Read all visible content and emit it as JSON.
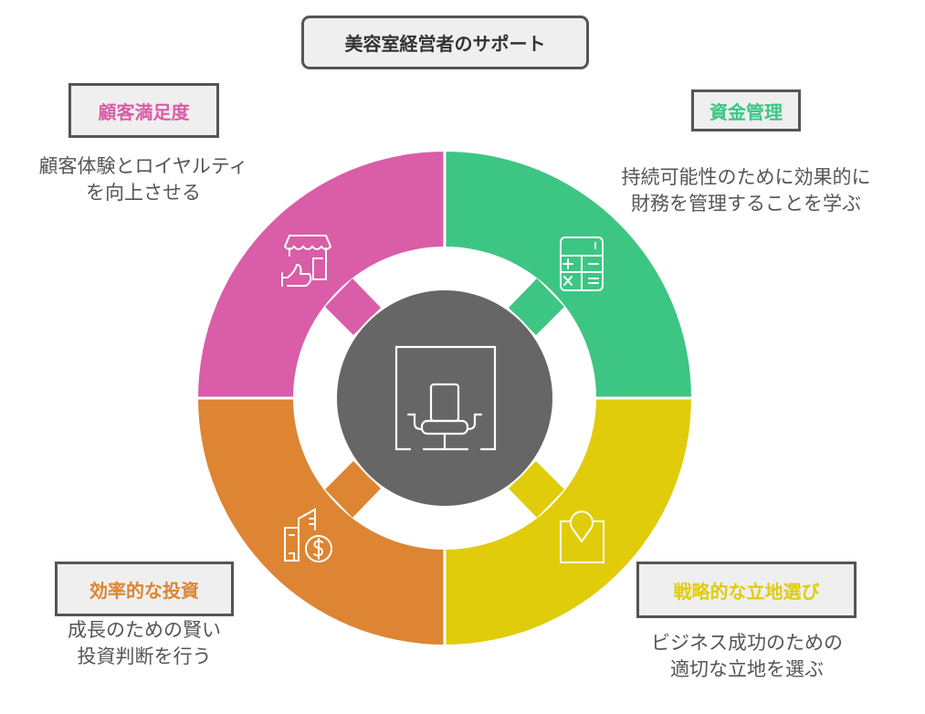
{
  "title": "美容室経営者のサポート",
  "center_icon": "office-chair-icon",
  "colors": {
    "pink": "#D95DA7",
    "green": "#3DC583",
    "orange": "#DD8533",
    "yellow": "#E0CC0A",
    "center": "#666666"
  },
  "sections": [
    {
      "label": "顧客満足度",
      "line1": "顧客体験とロイヤルティ",
      "line2": "を向上させる",
      "icon": "store-thumbs-up-icon"
    },
    {
      "label": "資金管理",
      "line1": "持続可能性のために効果的に",
      "line2": "財務を管理することを学ぶ",
      "icon": "calculator-icon"
    },
    {
      "label": "効率的な投資",
      "line1": "成長のための賢い",
      "line2": "投資判断を行う",
      "icon": "building-dollar-icon"
    },
    {
      "label": "戦略的な立地選び",
      "line1": "ビジネス成功のための",
      "line2": "適切な立地を選ぶ",
      "icon": "location-pin-icon"
    }
  ]
}
